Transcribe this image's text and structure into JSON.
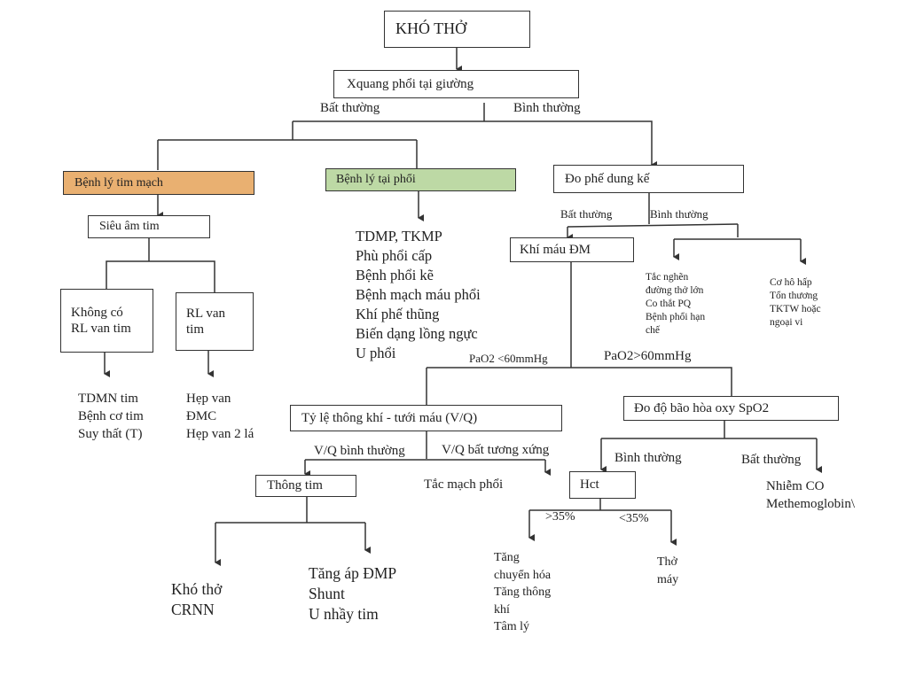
{
  "title": "KHÓ THỞ",
  "colors": {
    "cardiac_box": "#e9b071",
    "lung_box": "#bdd9a5",
    "line": "#333333"
  },
  "nodes": {
    "root": "KHÓ THỞ",
    "xray": "Xquang phổi tại giường",
    "cardiac": "Bệnh lý tim mạch",
    "lung": "Bệnh lý tại phổi",
    "spirometry": "Đo phế dung kế",
    "echo": "Siêu âm tim",
    "no_valve": [
      "Không có",
      "RL van tim"
    ],
    "valve": [
      "RL van",
      "tim"
    ],
    "abg": "Khí máu ĐM",
    "vq": "Tỷ lệ thông khí - tưới máu (V/Q)",
    "spo2": "Đo độ bão hòa oxy SpO2",
    "cath": "Thông tim",
    "hct": "Hct"
  },
  "edge_labels": {
    "xray_abnormal": "Bất thường",
    "xray_normal": "Bình thường",
    "spiro_abnormal": "Bất thường",
    "spiro_normal": "Bình thường",
    "pao2_low": "PaO2 <60mmHg",
    "pao2_high": "PaO2>60mmHg",
    "vq_normal": "V/Q bình thường",
    "vq_mismatch": "V/Q bất tương xứng",
    "spo2_normal": "Bình thường",
    "spo2_abnormal": "Bất thường",
    "hct_high": ">35%",
    "hct_low": "<35%"
  },
  "outcomes": {
    "lung_list": [
      "TDMP, TKMP",
      "Phù phổi cấp",
      "Bệnh phổi kẽ",
      "Bệnh mạch máu phổi",
      "Khí phế thũng",
      "Biến dạng lồng ngực",
      "U phổi"
    ],
    "no_valve_list": [
      "TDMN tim",
      "Bệnh cơ tim",
      "Suy thất (T)"
    ],
    "valve_list": [
      "Hẹp van",
      "ĐMC",
      "Hẹp van 2 lá"
    ],
    "airway_list": [
      "Tắc nghẽn",
      "đường thở lớn",
      "Co thắt PQ",
      "Bệnh phổi hạn",
      "chế"
    ],
    "neuro_list": [
      "Cơ hô hấp",
      "Tổn thương",
      "TKTW hoặc",
      "ngoại vi"
    ],
    "embolism": "Tắc mạch phổi",
    "cath_left": [
      "Khó thở",
      "CRNN"
    ],
    "cath_right": [
      "Tăng áp ĐMP",
      "Shunt",
      "U nhầy tim"
    ],
    "co_list": [
      "Nhiễm CO",
      "Methemoglobin\\"
    ],
    "hct_high_list": [
      "Tăng",
      "chuyển hóa",
      "Tăng thông",
      "khí",
      "Tâm lý"
    ],
    "hct_low_list": [
      "Thở",
      "máy"
    ]
  }
}
